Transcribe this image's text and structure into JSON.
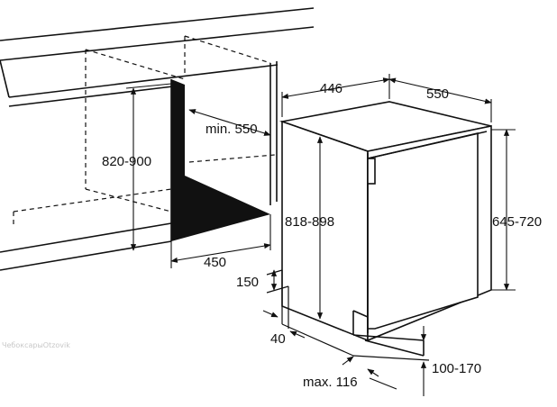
{
  "diagram": {
    "labels": {
      "niche_height": "820-900",
      "niche_depth_min": "min. 550",
      "niche_width": "450",
      "appliance_width": "446",
      "appliance_depth": "550",
      "appliance_height": "818-898",
      "door_height": "645-720",
      "plinth_height": "150",
      "plinth_offset": "40",
      "toe_kick": "100-170",
      "door_projection": "max. 116"
    },
    "watermark": "ЧебоксарыOtzovik"
  },
  "colors": {
    "line": "#111111",
    "niche_fill": "#111111",
    "background": "#ffffff"
  }
}
